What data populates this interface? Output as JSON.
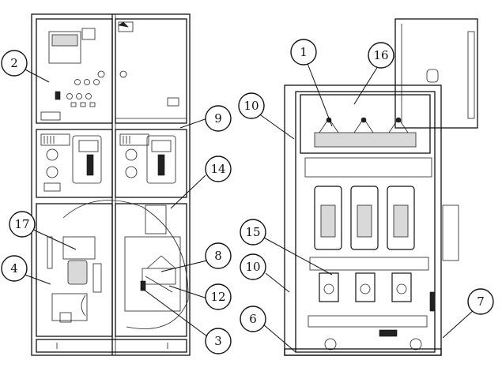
{
  "callouts": [
    {
      "id": "c2",
      "label": "2"
    },
    {
      "id": "c9",
      "label": "9"
    },
    {
      "id": "c14",
      "label": "14"
    },
    {
      "id": "c17",
      "label": "17"
    },
    {
      "id": "c4",
      "label": "4"
    },
    {
      "id": "c8",
      "label": "8"
    },
    {
      "id": "c10a",
      "label": "10"
    },
    {
      "id": "c12",
      "label": "12"
    },
    {
      "id": "c3",
      "label": "3"
    },
    {
      "id": "c1",
      "label": "1"
    },
    {
      "id": "c16",
      "label": "16"
    },
    {
      "id": "c10b",
      "label": "10"
    },
    {
      "id": "c15",
      "label": "15"
    },
    {
      "id": "c6",
      "label": "6"
    },
    {
      "id": "c7",
      "label": "7"
    }
  ]
}
